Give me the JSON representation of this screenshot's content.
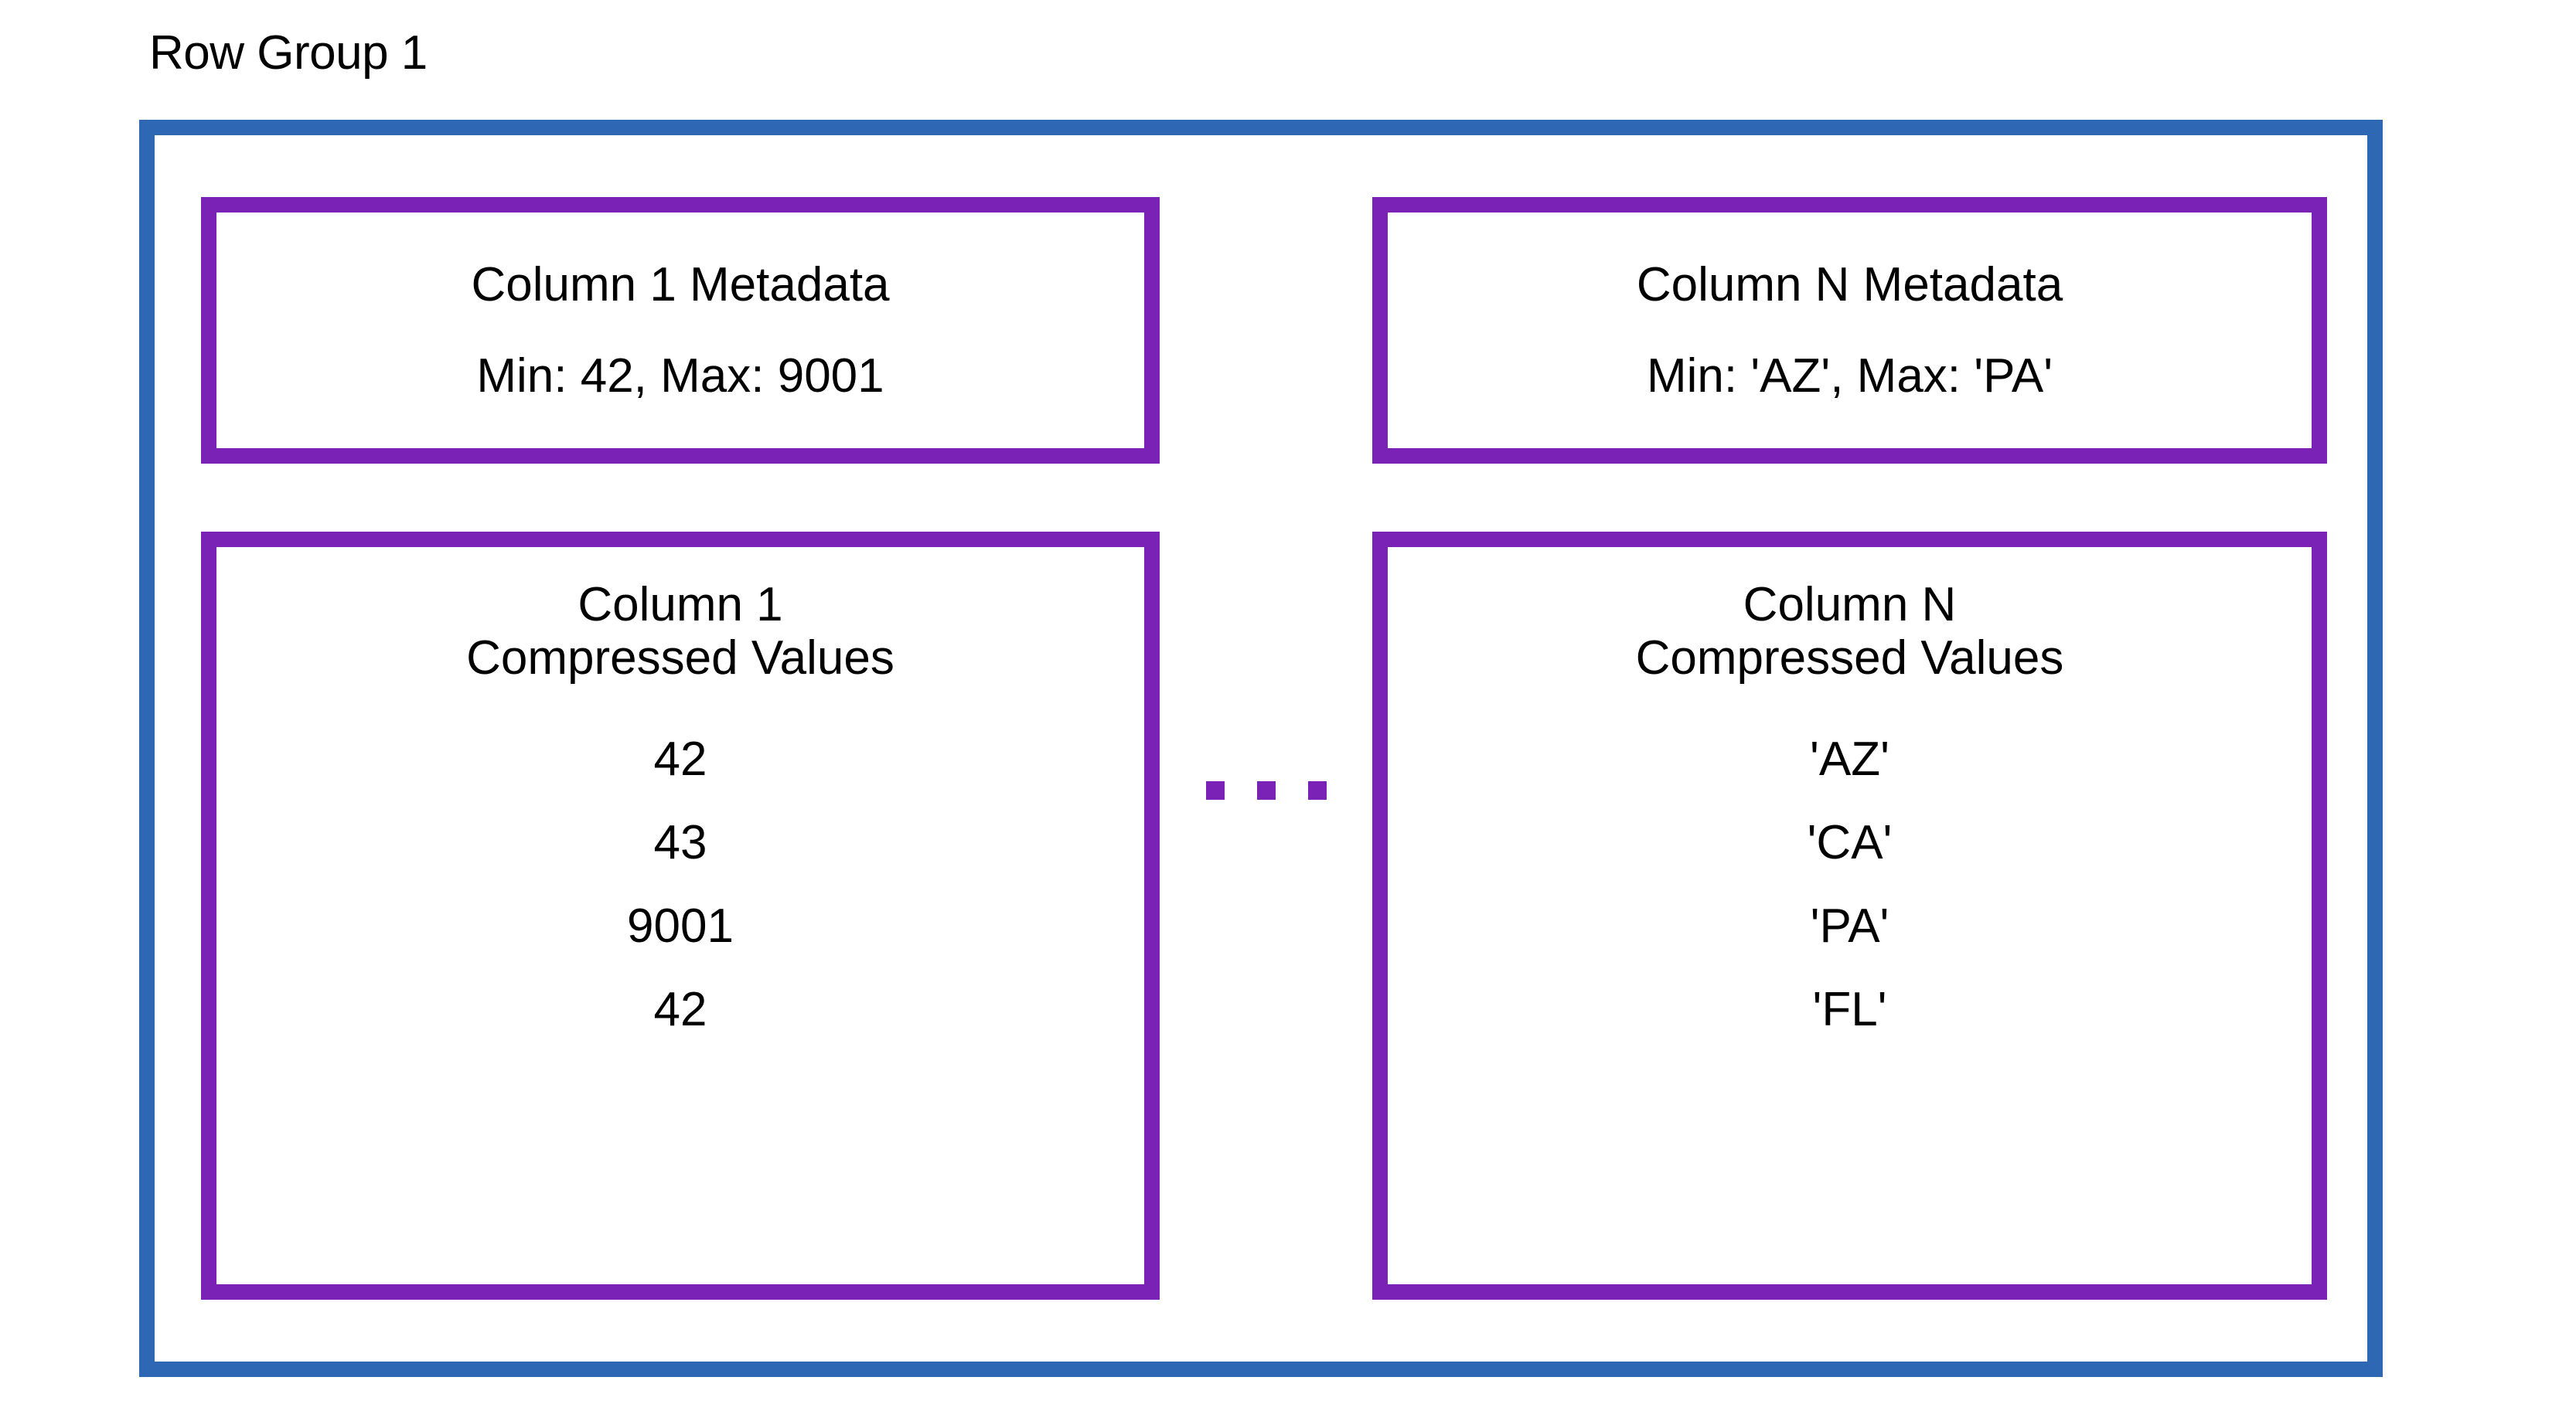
{
  "diagram": {
    "title": "Row Group 1",
    "frame_color": "#2E68B5",
    "box_color": "#7A22B5",
    "background": "#ffffff"
  },
  "columns": [
    {
      "metadata": {
        "title": "Column 1 Metadata",
        "stats": "Min: 42, Max: 9001"
      },
      "values": {
        "heading_line1": "Column 1",
        "heading_line2": "Compressed Values",
        "items": [
          "42",
          "43",
          "9001",
          "42"
        ]
      }
    },
    {
      "metadata": {
        "title": "Column N Metadata",
        "stats": "Min: 'AZ', Max: 'PA'"
      },
      "values": {
        "heading_line1": "Column N",
        "heading_line2": "Compressed Values",
        "items": [
          "'AZ'",
          "'CA'",
          "'PA'",
          "'FL'"
        ]
      }
    }
  ],
  "ellipsis": {
    "label": "more-columns-ellipsis",
    "dot_count": 3
  }
}
